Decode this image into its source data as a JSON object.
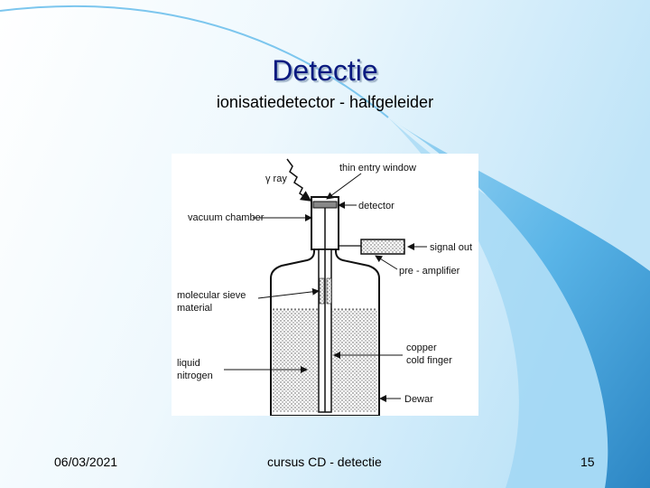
{
  "slide": {
    "title": "Detectie",
    "subtitle": "ionisatiedetector - halfgeleider"
  },
  "diagram": {
    "labels": {
      "gamma_ray": "γ ray",
      "thin_entry_window": "thin entry window",
      "detector": "detector",
      "vacuum_chamber": "vacuum chamber",
      "signal_out": "signal out",
      "pre_amplifier": "pre - amplifier",
      "molecular_sieve_1": "molecular sieve",
      "molecular_sieve_2": "material",
      "liquid_1": "liquid",
      "liquid_2": "nitrogen",
      "copper_1": "copper",
      "copper_2": "cold finger",
      "dewar": "Dewar"
    }
  },
  "footer": {
    "date": "06/03/2021",
    "center": "cursus CD - detectie",
    "page": "15"
  },
  "colors": {
    "title": "#0a1a80",
    "accent_blue": "#4da9e3",
    "background_light": "#dff1fc"
  }
}
